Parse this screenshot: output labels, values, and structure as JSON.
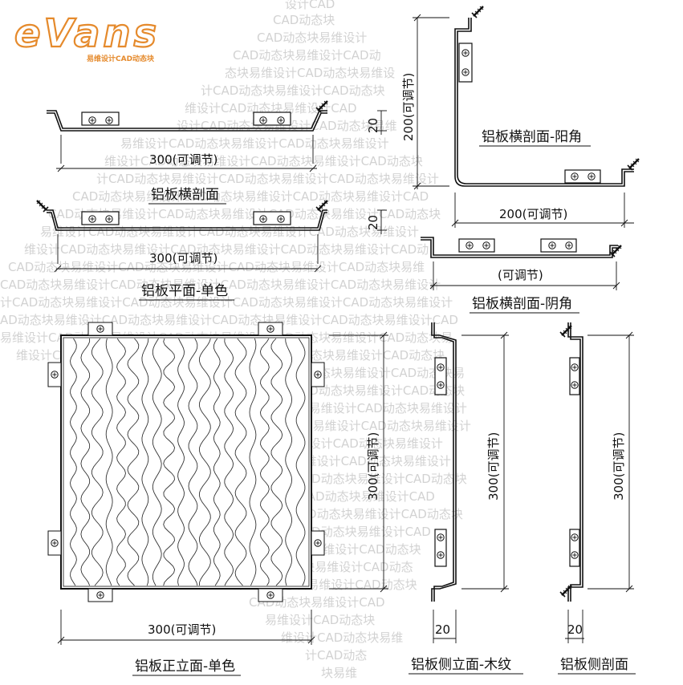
{
  "brand": {
    "logo_text": "eVans",
    "tagline": "易维设计CAD动态块"
  },
  "watermark_text": "易维设计CAD动态块",
  "colors": {
    "brand_orange": "#e58a2c",
    "line": "#111111",
    "watermark": "#d2d2d2"
  },
  "sections": {
    "cross_section": {
      "title": "铝板横剖面",
      "dim_width": "300(可调节)",
      "dim_height": "20"
    },
    "plan_single": {
      "title": "铝板平面-单色",
      "dim_width": "300(可调节)",
      "dim_height": "20"
    },
    "outer_corner": {
      "title": "铝板横剖面-阳角",
      "dim_vertical": "200(可调节)",
      "dim_horizontal": "200(可调节)"
    },
    "inner_corner": {
      "title": "铝板横剖面-阴角",
      "dim_width": "(可调节)"
    },
    "front_elevation": {
      "title": "铝板正立面-单色",
      "dim_width": "300(可调节)",
      "dim_height": "300(可调节)"
    },
    "side_elevation_wood": {
      "title": "铝板侧立面-木纹",
      "dim_height": "300(可调节)",
      "dim_thickness": "20"
    },
    "side_section": {
      "title": "铝板侧剖面",
      "dim_height": "300(可调节)",
      "dim_thickness": "20"
    }
  }
}
